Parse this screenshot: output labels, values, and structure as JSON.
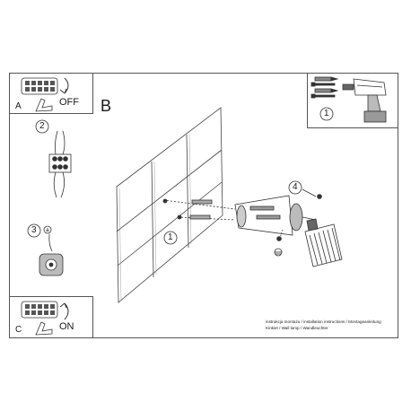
{
  "panels": {
    "a_letter": "A",
    "a_switch_text": "OFF",
    "b_letter": "B",
    "c_letter": "C",
    "c_switch_text": "ON"
  },
  "callouts": {
    "tools_number": "1",
    "step2": "2",
    "step3": "3",
    "wall_step": "1",
    "step4": "4"
  },
  "caption": {
    "line1": "instrukcja montażu / installation instructions / Montageanleitung",
    "line2": "Kinkiet / Wall lamp / Wandleuchter"
  }
}
